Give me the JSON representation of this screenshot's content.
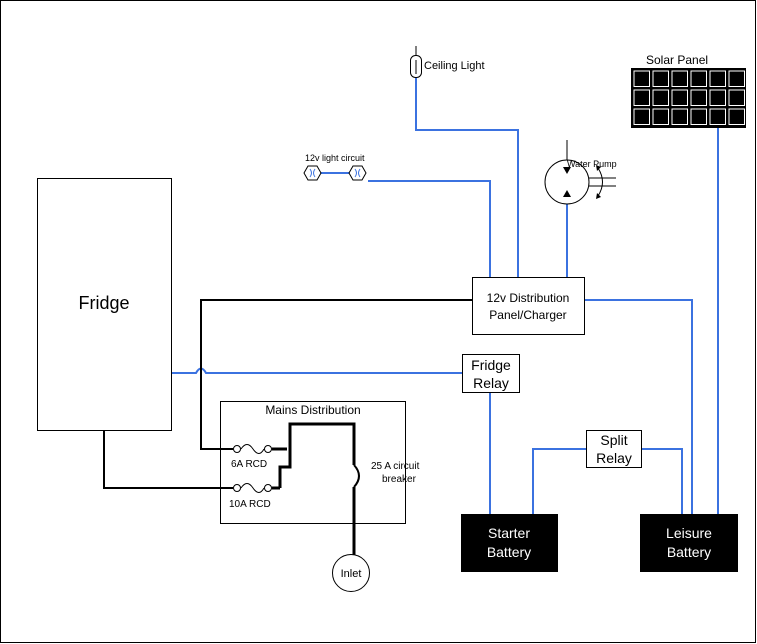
{
  "colors": {
    "wire_dc": "#3b72e0",
    "wire_ac": "#000000",
    "block": "#000000",
    "block_text": "#ffffff",
    "frame": "#000000"
  },
  "labels": {
    "fridge": "Fridge",
    "ceiling_light": "Ceiling Light",
    "light_circuit": "12v light circuit",
    "water_pump": "Water Pump",
    "solar_panel": "Solar Panel",
    "distribution_line1": "12v Distribution",
    "distribution_line2": "Panel/Charger",
    "fridge_relay_line1": "Fridge",
    "fridge_relay_line2": "Relay",
    "split_relay_line1": "Split",
    "split_relay_line2": "Relay",
    "mains_distribution": "Mains Distribution",
    "rcd_6a": "6A RCD",
    "rcd_10a": "10A RCD",
    "breaker_line1": "25 A circuit",
    "breaker_line2": "breaker",
    "inlet": "Inlet",
    "starter_line1": "Starter",
    "starter_line2": "Battery",
    "leisure_line1": "Leisure",
    "leisure_line2": "Battery"
  },
  "icons": {
    "solar_panel": "solar-panel-icon",
    "ceiling_light": "lamp-icon",
    "light_circuit": "light-fitting-icon",
    "water_pump": "pump-icon",
    "fuse": "fuse-icon",
    "breaker": "circuit-breaker-icon",
    "inlet": "inlet-icon"
  }
}
